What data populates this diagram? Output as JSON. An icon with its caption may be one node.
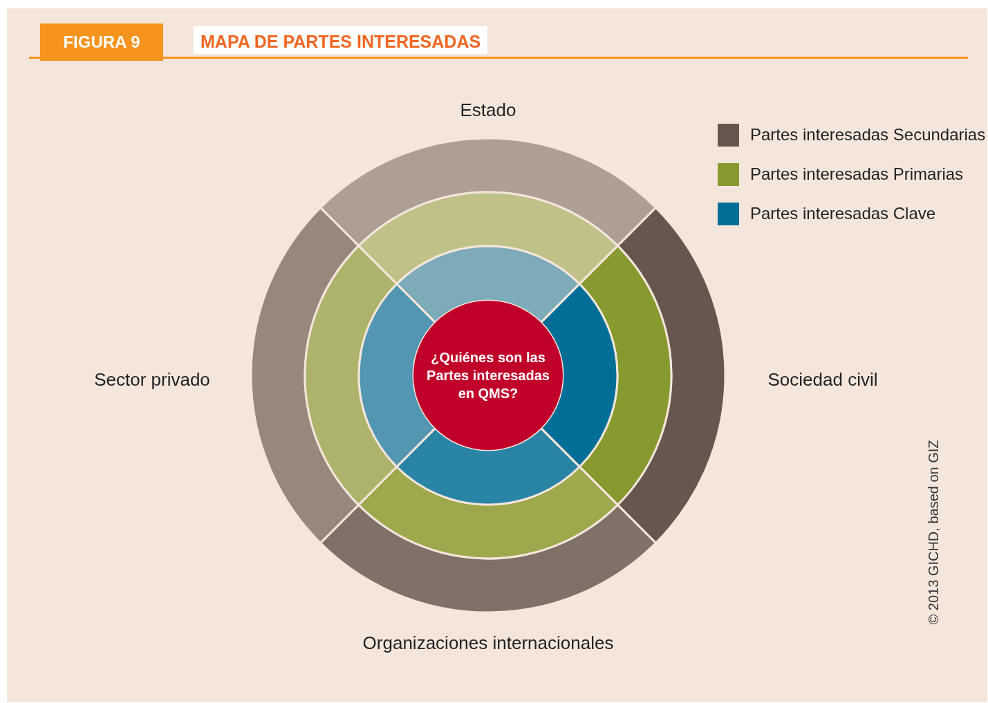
{
  "diagram": {
    "title": "MAPA DE PARTES INTERESADAS",
    "nodes": [
      {
        "text": [
          "¿Quiénes son las Partes interesadas en QMS?"
        ]
      }
    ],
    "edges": [],
    "labels": [
      "FIGURA 9",
      "Estado",
      "Sector privado",
      "Sociedad civil",
      "Organizaciones internacionales",
      "© 2013 GICHD, based on GIZ"
    ],
    "legend": [
      {
        "text": "Partes interesadas Secundarias",
        "color": "#67564d"
      },
      {
        "text": "Partes interesadas Primarias",
        "color": "#879a2f"
      },
      {
        "text": "Partes interesadas Clave",
        "color": "#006e96"
      }
    ]
  }
}
